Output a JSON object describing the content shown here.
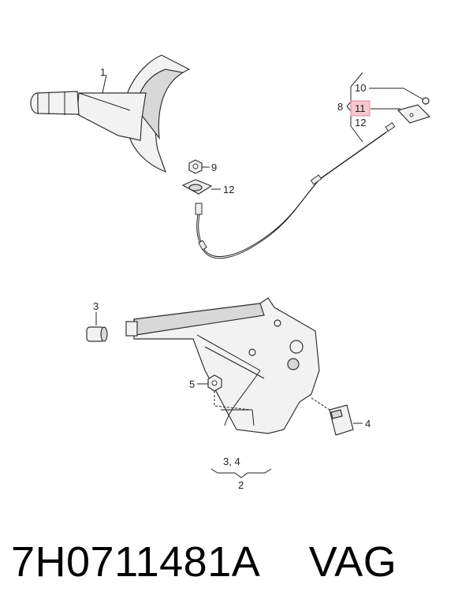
{
  "callouts": {
    "c1": "1",
    "c2": "2",
    "c3": "3",
    "c4": "4",
    "c34": "3, 4",
    "c5": "5",
    "c8": "8",
    "c9": "9",
    "c10": "10",
    "c11": "11",
    "c12a": "12",
    "c12b": "12"
  },
  "footer": {
    "part_number": "7H0711481A",
    "brand": "VAG"
  },
  "colors": {
    "highlight": "#f6c8cf"
  }
}
